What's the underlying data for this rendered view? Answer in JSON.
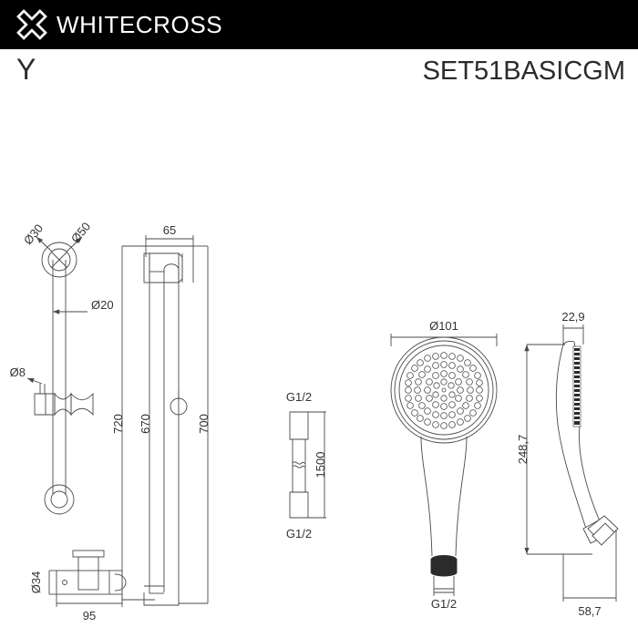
{
  "header": {
    "brand": "WHITECROSS",
    "logo_icon": "whitecross-x-logo",
    "background": "#000000",
    "text_color": "#ffffff"
  },
  "title": {
    "series": "Y",
    "model_code": "SET51BASICGM"
  },
  "drawing": {
    "line_color": "#4a4a4a",
    "text_color": "#333333",
    "views": [
      {
        "name": "slide-rail-front-view",
        "labels": [
          "Ø30",
          "Ø50",
          "Ø20",
          "Ø8"
        ]
      },
      {
        "name": "slide-rail-side-view",
        "labels": [
          "65",
          "720",
          "670",
          "700"
        ]
      },
      {
        "name": "shower-hose-view",
        "labels": [
          "G1/2",
          "1500",
          "G1/2"
        ]
      },
      {
        "name": "hand-shower-front-view",
        "labels": [
          "Ø101",
          "G1/2"
        ]
      },
      {
        "name": "hand-shower-side-view",
        "labels": [
          "22,9",
          "248,7",
          "58,7"
        ]
      },
      {
        "name": "wall-bracket-view",
        "labels": [
          "Ø34",
          "95"
        ]
      }
    ],
    "dimensions": {
      "rail_flange_outer": "Ø50",
      "rail_flange_inner": "Ø30",
      "rail_tube": "Ø20",
      "rail_pin": "Ø8",
      "bracket_projection": "65",
      "overall_height": "720",
      "bar_height": "670",
      "mount_spacing": "700",
      "hose_thread_top": "G1/2",
      "hose_length": "1500",
      "hose_thread_bottom": "G1/2",
      "head_diameter": "Ø101",
      "head_outlet_thread": "G1/2",
      "head_depth_top": "22,9",
      "head_length": "248,7",
      "head_depth_bottom": "58,7",
      "wall_bracket_diameter": "Ø34",
      "wall_bracket_width": "95"
    }
  }
}
